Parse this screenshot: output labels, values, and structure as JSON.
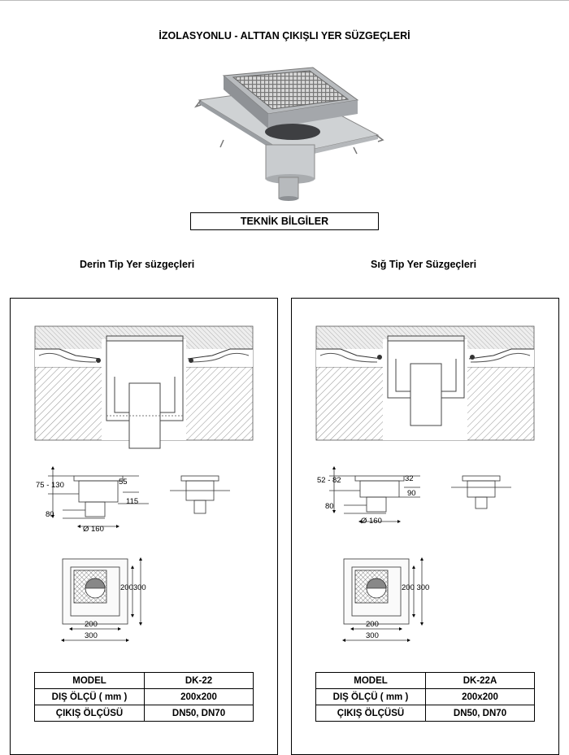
{
  "page": {
    "title": "İZOLASYONLU - ALTTAN ÇIKIŞLI YER SÜZGEÇLERİ",
    "tech_info": "TEKNİK BİLGİLER"
  },
  "left": {
    "heading": "Derin Tip Yer süzgeçleri",
    "dims": {
      "d1": "75 - 130",
      "d2": "55",
      "d3": "115",
      "d4": "80",
      "dia": "Ø 160",
      "plan_inner": "200",
      "plan_outer": "300",
      "plan_side": "200300"
    },
    "table": {
      "rows": [
        {
          "label": "MODEL",
          "value": "DK-22"
        },
        {
          "label": "DIŞ ÖLÇÜ ( mm )",
          "value": "200x200"
        },
        {
          "label": "ÇIKIŞ ÖLÇÜSÜ",
          "value": "DN50, DN70"
        }
      ]
    }
  },
  "right": {
    "heading": "Sığ Tip Yer Süzgeçleri",
    "dims": {
      "d1": "52 - 82",
      "d2": "32",
      "d3": "90",
      "d4": "80",
      "dia": "Ø 160",
      "plan_inner": "200",
      "plan_outer": "300",
      "plan_side": "200 300"
    },
    "table": {
      "rows": [
        {
          "label": "MODEL",
          "value": "DK-22A"
        },
        {
          "label": "DIŞ ÖLÇÜ ( mm )",
          "value": "200x200"
        },
        {
          "label": "ÇIKIŞ ÖLÇÜSÜ",
          "value": "DN50, DN70"
        }
      ]
    }
  }
}
